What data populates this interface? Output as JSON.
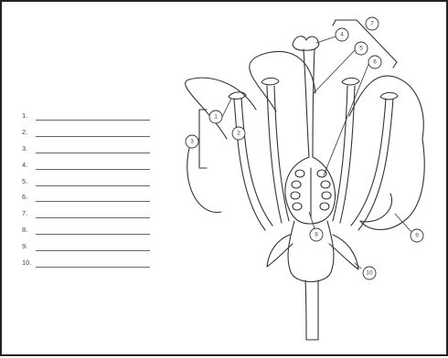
{
  "worksheet": {
    "answer_blanks": [
      {
        "number": "1."
      },
      {
        "number": "2."
      },
      {
        "number": "3."
      },
      {
        "number": "4."
      },
      {
        "number": "5."
      },
      {
        "number": "6."
      },
      {
        "number": "7."
      },
      {
        "number": "8."
      },
      {
        "number": "9."
      },
      {
        "number": "10."
      }
    ],
    "callouts": [
      {
        "number": "1"
      },
      {
        "number": "2"
      },
      {
        "number": "3"
      },
      {
        "number": "4"
      },
      {
        "number": "5"
      },
      {
        "number": "6"
      },
      {
        "number": "7"
      },
      {
        "number": "8"
      },
      {
        "number": "9"
      },
      {
        "number": "10"
      }
    ]
  }
}
